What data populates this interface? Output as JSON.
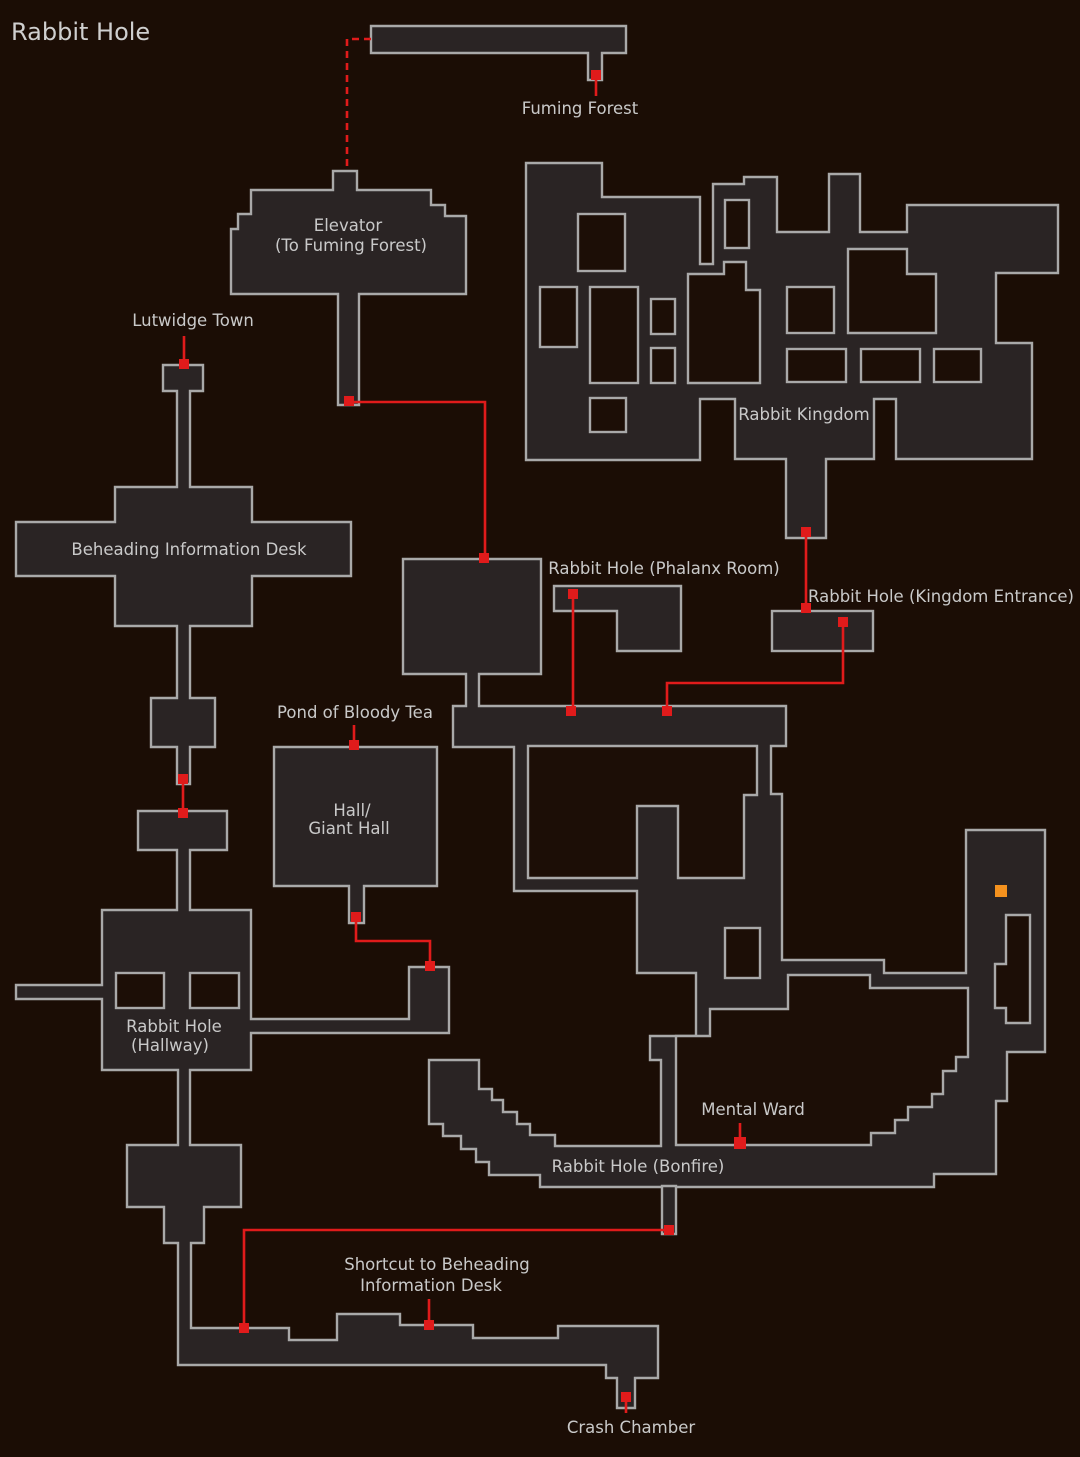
{
  "title": "Rabbit Hole",
  "colors": {
    "background": "#1b0d05",
    "room_fill": "#2a2424",
    "room_outline": "#a9a9a9",
    "connection": "#e01b1b",
    "player_marker": "#f5921e"
  },
  "locations": {
    "fuming_forest": "Fuming Forest",
    "elevator": [
      "Elevator",
      "(To Fuming Forest)"
    ],
    "lutwidge_town": "Lutwidge Town",
    "rabbit_kingdom": "Rabbit Kingdom",
    "beheading_desk": "Beheading Information Desk",
    "phalanx_room": "Rabbit Hole (Phalanx Room)",
    "kingdom_entrance": "Rabbit Hole (Kingdom Entrance)",
    "pond": "Pond of Bloody Tea",
    "giant_hall": [
      "Hall/",
      "Giant Hall"
    ],
    "hallway": [
      "Rabbit Hole",
      "(Hallway)"
    ],
    "mental_ward": "Mental Ward",
    "bonfire": "Rabbit Hole (Bonfire)",
    "shortcut": [
      "Shortcut to Beheading",
      "Information Desk"
    ],
    "crash_chamber": "Crash Chamber"
  }
}
